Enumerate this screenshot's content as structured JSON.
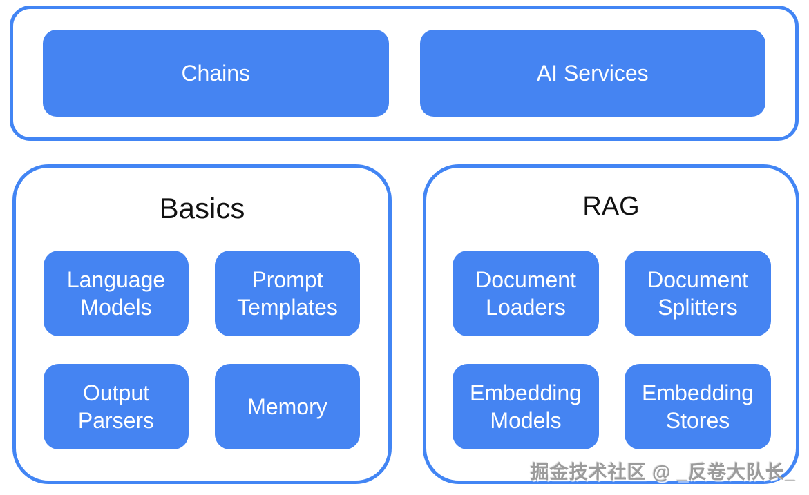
{
  "colors": {
    "accent": "#4584F2",
    "outline": "#4285F4",
    "text_on_accent": "#FFFFFF",
    "heading": "#111111",
    "watermark": "#9B9B9B",
    "bg": "#FFFFFF"
  },
  "top_group": {
    "items": [
      {
        "label": "Chains"
      },
      {
        "label": "AI Services"
      }
    ]
  },
  "groups": [
    {
      "title": "Basics",
      "items": [
        {
          "label": "Language Models"
        },
        {
          "label": "Prompt Templates"
        },
        {
          "label": "Output Parsers"
        },
        {
          "label": "Memory"
        }
      ]
    },
    {
      "title": "RAG",
      "items": [
        {
          "label": "Document Loaders"
        },
        {
          "label": "Document Splitters"
        },
        {
          "label": "Embedding Models"
        },
        {
          "label": "Embedding Stores"
        }
      ]
    }
  ],
  "watermark": "掘金技术社区 @ _反卷大队长_"
}
